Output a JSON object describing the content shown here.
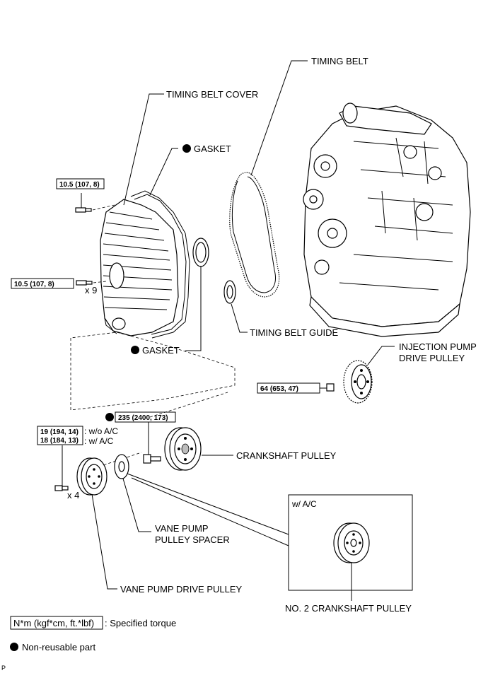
{
  "labels": {
    "timing_belt": "TIMING BELT",
    "timing_belt_cover": "TIMING BELT COVER",
    "gasket_upper": "GASKET",
    "gasket_lower": "GASKET",
    "timing_belt_guide": "TIMING BELT GUIDE",
    "injection_pump_drive_pulley_line1": "INJECTION PUMP",
    "injection_pump_drive_pulley_line2": "DRIVE PULLEY",
    "crankshaft_pulley": "CRANKSHAFT PULLEY",
    "vane_pump_pulley_spacer_line1": "VANE PUMP",
    "vane_pump_pulley_spacer_line2": "PULLEY SPACER",
    "vane_pump_drive_pulley": "VANE PUMP DRIVE PULLEY",
    "no2_crankshaft_pulley": "NO. 2 CRANKSHAFT PULLEY",
    "inset_title": "w/ A/C"
  },
  "torques": {
    "cover_bolt_top": "10.5 (107, 8)",
    "cover_bolt_left": "10.5 (107, 8)",
    "cover_bolt_count": "x 9",
    "injection_pump_nut": "64 (653, 47)",
    "crankshaft_bolt": "235 (2400, 173)",
    "vane_pump_bolt_wo_ac": "19 (194, 14)",
    "vane_pump_bolt_w_ac": "18 (184, 13)",
    "wo_ac_note": ": w/o A/C",
    "w_ac_note": ": w/ A/C",
    "vane_pump_bolt_count": "x 4"
  },
  "legend": {
    "torque_unit": "N*m (kgf*cm, ft.*lbf)",
    "torque_desc": ": Specified torque",
    "non_reusable": "Non-reusable part"
  },
  "corner_mark": "P"
}
